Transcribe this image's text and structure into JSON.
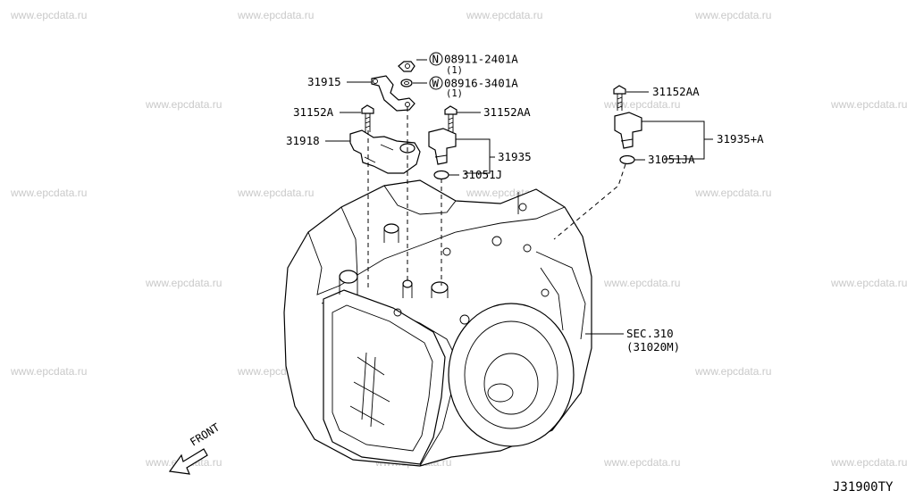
{
  "watermark": "www.epcdata.ru",
  "diagram_code": "J31900TY",
  "front_label": "FRONT",
  "callouts": {
    "nut_code": "08911-2401A",
    "nut_symbol": "N",
    "nut_qty": "(1)",
    "washer_code": "08916-3401A",
    "washer_symbol": "W",
    "washer_qty": "(1)",
    "bracket": "31915",
    "bolt_left": "31152A",
    "bolt_mid": "31152AA",
    "bolt_right": "31152AA",
    "sensor_left": "31918",
    "sensor_mid": "31935",
    "oring_mid": "31051J",
    "sensor_right": "31935+A",
    "oring_right": "31051JA",
    "sec_ref": "SEC.310",
    "sec_ref_part": "(31020M)"
  }
}
